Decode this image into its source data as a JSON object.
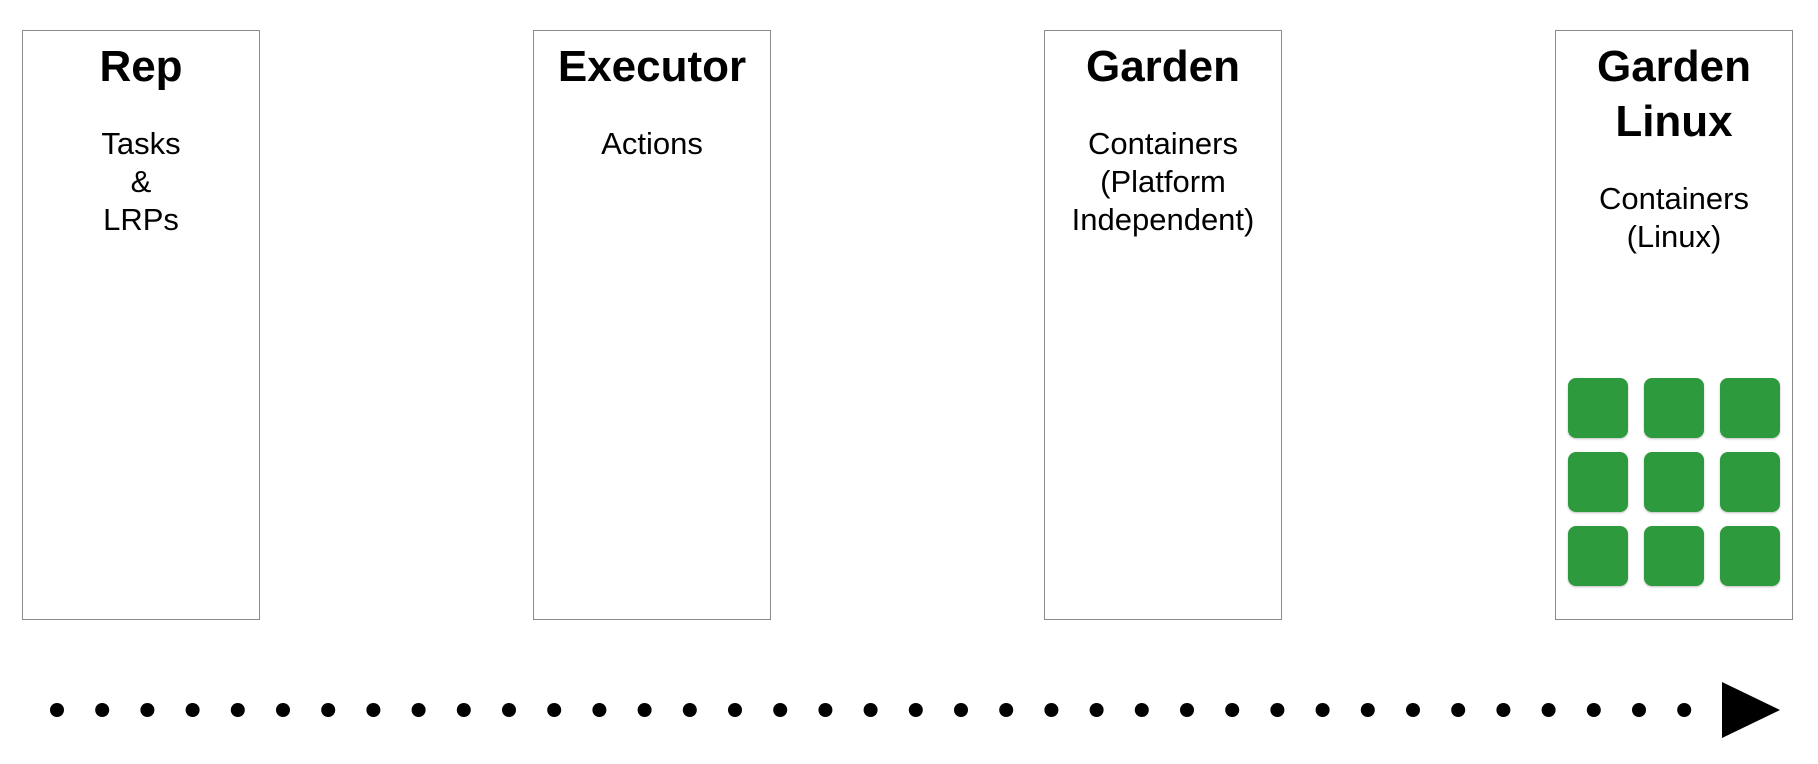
{
  "colors": {
    "container_green": "#2e9a3e",
    "box_border": "#8a8a8a",
    "arrow": "#000000"
  },
  "components": [
    {
      "title": "Rep",
      "description": "Tasks\n&\nLRPs"
    },
    {
      "title": "Executor",
      "description": "Actions"
    },
    {
      "title": "Garden",
      "description": "Containers\n(Platform\nIndependent)"
    },
    {
      "title": "Garden\nLinux",
      "description": "Containers\n(Linux)",
      "container_count": 9
    }
  ],
  "timeline": {
    "direction": "right",
    "icon": "dotted-arrow-icon"
  }
}
